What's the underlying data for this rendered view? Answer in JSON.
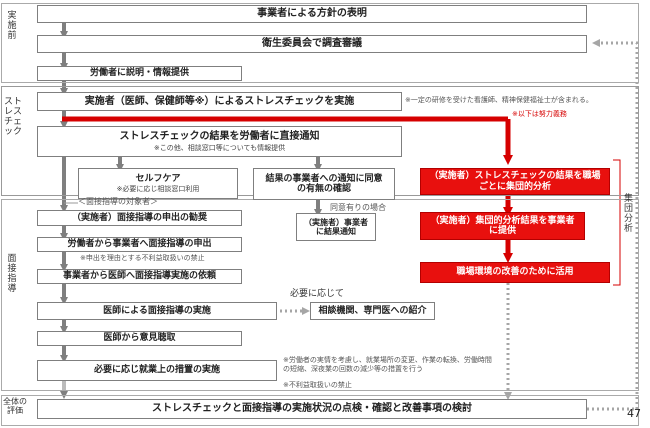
{
  "sections": {
    "pre": "実施前",
    "check": "ストレスチェック",
    "interview": "面接指導",
    "overall": "全体の評価"
  },
  "steps": {
    "policy": "事業者による方針の表明",
    "committee": "衛生委員会で調査審議",
    "explain": "労働者に説明・情報提供",
    "implement": "実施者（医師、保健師等※）によるストレスチェックを実施",
    "notify": "ストレスチェックの結果を労働者に直接通知",
    "notify_sub": "※この他、相談窓口等についても情報提供",
    "selfcare": "セルフケア",
    "selfcare_sub": "※必要に応じ相談窓口利用",
    "consent": "結果の事業者への通知に同意の有無の確認",
    "consent_note": "同意有りの場合",
    "to_employer": "（実施者）事業者に結果通知",
    "target_label": "＜面接指導の対象者＞",
    "recommend": "（実施者）面接指導の申出の勧奨",
    "apply": "労働者から事業者へ面接指導の申出",
    "apply_note": "※申出を理由とする不利益取扱いの禁止",
    "request": "事業者から医師へ面接指導実施の依頼",
    "doctor": "医師による面接指導の実施",
    "as_needed": "必要に応じて",
    "referral": "相談機関、専門医への紹介",
    "opinion": "医師から意見聴取",
    "measures": "必要に応じ就業上の措置の実施",
    "measures_note": "※労働者の実情を考慮し、就業場所の変更、作業の転換、労働時間の短縮、深夜業の回数の減少等の措置を行う",
    "measures_note2": "※不利益取扱いの禁止",
    "review": "ストレスチェックと面接指導の実施状況の点検・確認と改善事項の検討"
  },
  "group": {
    "label": "集団分析",
    "effort_note": "※以下は努力義務",
    "analysis": "（実施者）ストレスチェックの結果を職場ごとに集団的分析",
    "provide": "（実施者）集団的分析結果を事業者に提供",
    "improve": "職場環境の改善のために活用"
  },
  "footnote": "※一定の研修を受けた看護師、精神保健福祉士が含まれる。",
  "page_number": "47",
  "colors": {
    "red": "#e8100e",
    "gray_arrow": "#7f7f7f",
    "dotted": "#a6a6a6"
  }
}
